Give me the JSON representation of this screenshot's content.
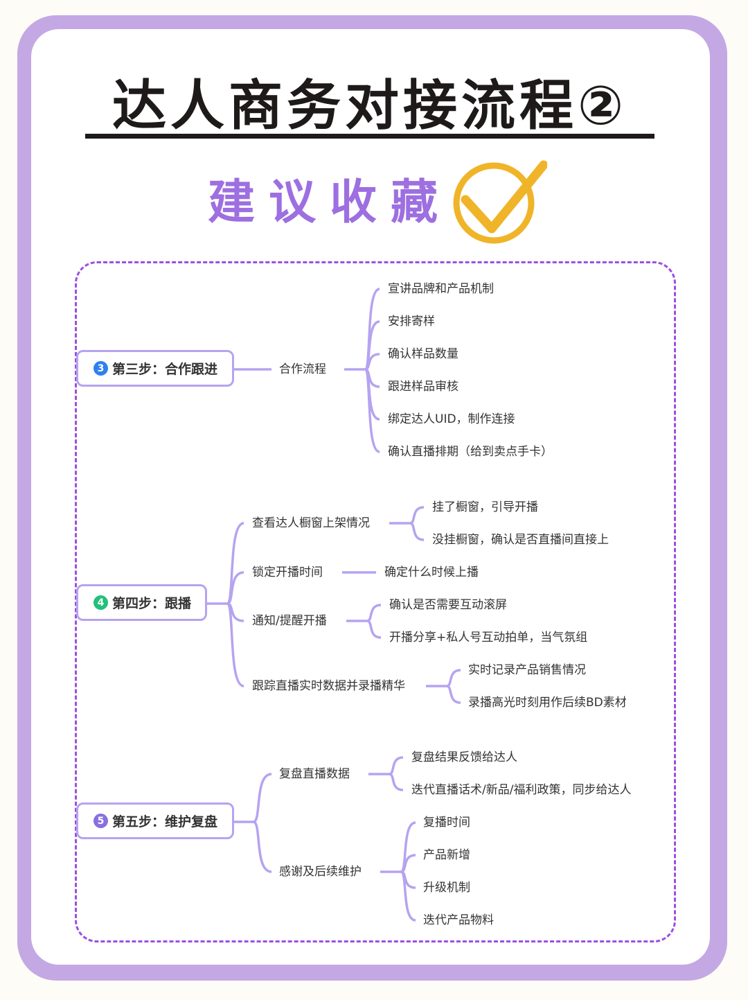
{
  "title": "达人商务对接流程②",
  "subtitle": "建议收藏",
  "colors": {
    "frame": "#c4a8e4",
    "accent": "#9d6fe0",
    "dash": "#9b4fe0",
    "connector": "#b6a3f0",
    "check": "#f0b429",
    "badge3": "#2f7ff0",
    "badge4": "#22c07a",
    "badge5": "#8a6fe0"
  },
  "steps": [
    {
      "badge": "3",
      "label": "第三步：合作跟进",
      "branches": [
        {
          "label": "合作流程",
          "children": [
            "宣讲品牌和产品机制",
            "安排寄样",
            "确认样品数量",
            "跟进样品审核",
            "绑定达人UID，制作连接",
            "确认直播排期（给到卖点手卡）"
          ]
        }
      ]
    },
    {
      "badge": "4",
      "label": "第四步：跟播",
      "branches": [
        {
          "label": "查看达人橱窗上架情况",
          "children": [
            "挂了橱窗，引导开播",
            "没挂橱窗，确认是否直播间直接上"
          ]
        },
        {
          "label": "锁定开播时间",
          "children": [
            "确定什么时候上播"
          ]
        },
        {
          "label": "通知/提醒开播",
          "children": [
            "确认是否需要互动滚屏",
            "开播分享+私人号互动拍单，当气氛组"
          ]
        },
        {
          "label": "跟踪直播实时数据并录播精华",
          "children": [
            "实时记录产品销售情况",
            "录播高光时刻用作后续BD素材"
          ]
        }
      ]
    },
    {
      "badge": "5",
      "label": "第五步：维护复盘",
      "branches": [
        {
          "label": "复盘直播数据",
          "children": [
            "复盘结果反馈给达人",
            "迭代直播话术/新品/福利政策，同步给达人"
          ]
        },
        {
          "label": "感谢及后续维护",
          "children": [
            "复播时间",
            "产品新增",
            "升级机制",
            "迭代产品物料"
          ]
        }
      ]
    }
  ]
}
